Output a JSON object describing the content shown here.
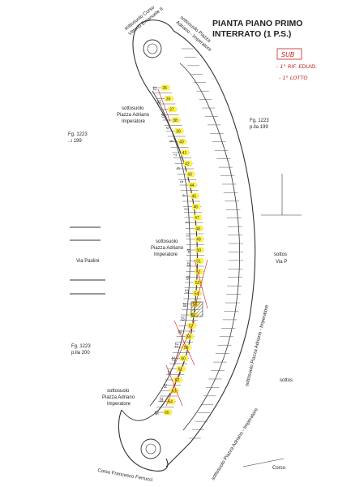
{
  "title": {
    "line1": "PIANTA PIANO PRIMO",
    "line2": "INTERRATO  (1 P.S.)"
  },
  "annotations": {
    "sub_box": "SUB",
    "note1": "- 1° RIF. EDUID.",
    "note2": "- 1° LOTTO"
  },
  "labels": {
    "corso_vittorio": [
      "sottosuolo Corso",
      "Vittorio Emanuele II"
    ],
    "piazza_top": [
      "sottosuolo Piazza",
      "Adriano - Imperatore"
    ],
    "piazza_left_upper": [
      "sottosuolo",
      "Piazza Adriano",
      "Imperatore"
    ],
    "piazza_mid": [
      "sottosuolo",
      "Piazza Adriano",
      "Imperatore"
    ],
    "piazza_left_lower": [
      "sottosuolo",
      "Piazza Adriano",
      "Imperatore"
    ],
    "piazza_right_vertical": "sottosuolo Piazza Adriano - Imperatore",
    "piazza_bottom_right": "sottosuolo Piazza Adriano - Imperatore",
    "fg_left_top": [
      "Fg. 1223",
      "..ı 199"
    ],
    "fg_right_top": [
      "Fg. 1223",
      "p.lla 199"
    ],
    "fg_left_bottom": [
      "Fg. 1223",
      "p.lla 200"
    ],
    "via_paolini": "Via Paolini",
    "right_edge_1": [
      "sottos",
      "Via P"
    ],
    "corso_francesco": "Corso Francesco Ferrucci",
    "corso_right_cut": "Corso"
  },
  "yellow_numbers": [
    "35",
    "36",
    "37",
    "38",
    "39",
    "40",
    "41",
    "42",
    "43",
    "44",
    "45",
    "46",
    "47",
    "48",
    "49",
    "50",
    "51",
    "52",
    "53",
    "54",
    "55",
    "56",
    "57",
    "58",
    "59",
    "60",
    "61",
    "62",
    "63",
    "64",
    "65"
  ],
  "left_numbers": [
    "12",
    "11",
    "10",
    "9",
    "8",
    "7",
    "6",
    "5",
    "4",
    "3",
    "2",
    "1",
    "14",
    "15",
    "16",
    "17",
    "18",
    "19",
    "20",
    "21",
    "22",
    "23",
    "24",
    "25",
    "26"
  ],
  "colors": {
    "highlight": "#fff24a",
    "line": "#333333",
    "red_mark": "#c81e1e"
  }
}
